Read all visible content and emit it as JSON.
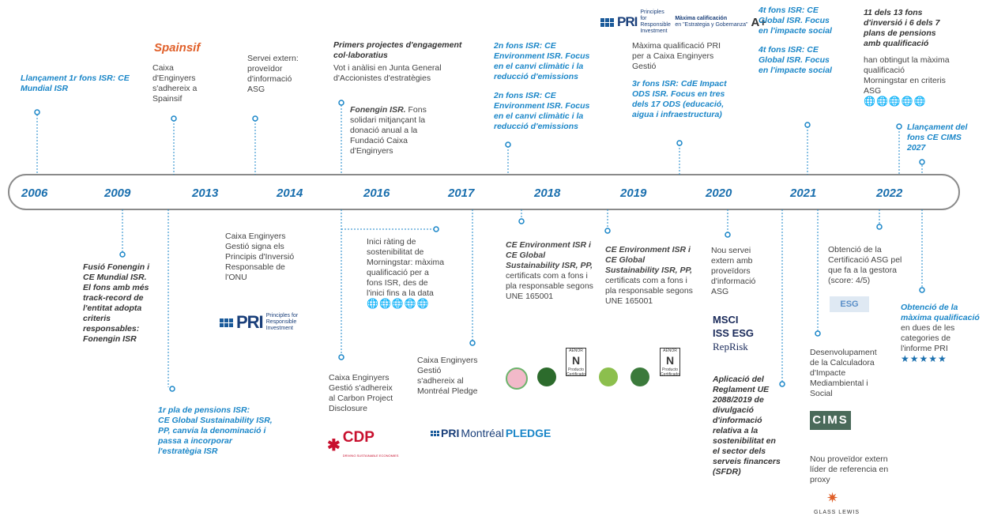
{
  "years": [
    "2006",
    "2009",
    "2013",
    "2014",
    "2016",
    "2017",
    "2018",
    "2019",
    "2020",
    "2021",
    "2022"
  ],
  "top": {
    "e2006": "Llançament 1r fons ISR: CE Mundial ISR",
    "spainsif_logo": "Spainsif",
    "e2013": "Caixa d'Enginyers s'adhereix a Spainsif",
    "e2014": "Servei extern: proveïdor d'informació ASG",
    "e2016a_title": "Primers projectes d'engagement col·laboratius",
    "e2016a_text": "Vot i anàlisi en Junta General d'Accionistes d'estratègies",
    "e2016b_bold": "Fonengin ISR.",
    "e2016b_text": " Fons solidari mitjançant la donació anual a la Fundació Caixa d'Enginyers",
    "e2018a": "2n fons ISR: CE Environment ISR. Focus en el canvi climàtic i la reducció d'emissions",
    "e2018b": "2n fons ISR: CE Environment ISR. Focus en el canvi climàtic i la reducció d'emissions",
    "pri_rating_small": "Principles for Responsible Investment",
    "pri_rating_label": "Màxima calificación",
    "pri_rating_sub": "en \"Estrategia y Gobernanza\"",
    "pri_rating_grade": "A+",
    "e2019a": "Màxima qualificació PRI per a Caixa Enginyers Gestió",
    "e2019b": "3r fons ISR: CdE Impact ODS ISR. Focus en tres dels 17 ODS (educació, aigua i infraestructura)",
    "e2021a": "4t fons ISR: CE Global ISR. Focus en l'impacte social",
    "e2021b": "4t fons ISR: CE Global ISR. Focus en l'impacte social",
    "e2022a_title": "11 dels 13 fons d'inversió i 6 dels 7 plans de pensions amb qualificació",
    "e2022a_text": "han obtingut la màxima qualificació Morningstar en criteris ASG",
    "e2022b": "Llançament del fons CE CIMS 2027"
  },
  "bottom": {
    "e2009": "Fusió Fonengin i CE Mundial ISR. El fons amb més track-record de l'entitat adopta criteris responsables: Fonengin ISR",
    "e2013_title": "1r pla de pensions ISR:",
    "e2013_text": "CE Global Sustainability ISR, PP, canvia la denominació i passa a incorporar l'estratègia ISR",
    "e2014": "Caixa Enginyers Gestió signa els Principis d'Inversió Responsable de l'ONU",
    "pri_logo_word": "PRI",
    "pri_logo_small": "Principles for Responsible Investment",
    "e2016a": "Inici ràting de sostenibilitat de Morningstar: màxima qualificació per a fons ISR, des de l'inici fins a la data",
    "e2016b": "Caixa Enginyers Gestió s'adhereix al Carbon Project Disclosure",
    "cdp_logo": "CDP",
    "cdp_sub": "DRIVING SUSTAINABLE ECONOMIES",
    "e2017": "Caixa Enginyers Gestió s'adhereix al Montréal Pledge",
    "montreal_pri": "PRI",
    "montreal_text": "Montréal",
    "montreal_pledge": "PLEDGE",
    "e2018_title": "CE Environment ISR i CE Global Sustainability ISR, PP,",
    "e2018_text": " certificats com a fons i pla responsable segons UNE 165001",
    "e2019_title": "CE Environment ISR i CE Global Sustainability ISR, PP,",
    "e2019_text": " certificats com a fons i pla responsable segons UNE 165001",
    "aenor": "AENOR",
    "aenor_sub": "Producto Certificado",
    "e2020a": "Nou servei extern amb proveïdors d'informació ASG",
    "msci": "MSCI",
    "iss": "ISS ESG",
    "reprisk": "RepRisk",
    "e2020b": "Aplicació del Reglament UE 2088/2019 de divulgació d'informació relativa a la sostenibilitat en el sector dels serveis financers (SFDR)",
    "e2021a": "Desenvolupament de la Calculadora d'Impacte Mediambiental i Social",
    "cims": "CIMS",
    "e2021b": "Nou proveïdor extern líder de referencia en proxy",
    "glasslewis": "GLASS LEWIS",
    "e2022a": "Obtenció de la Certificació ASG pel que fa a la gestora (score: 4/5)",
    "esg_logo": "ESG",
    "e2022b_title": "Obtenció de la màxima qualificació",
    "e2022b_text": " en dues de les categories de l'informe PRI"
  },
  "colors": {
    "accent": "#1a86c8",
    "year": "#1a6fae",
    "bar": "#8a8a8a"
  }
}
